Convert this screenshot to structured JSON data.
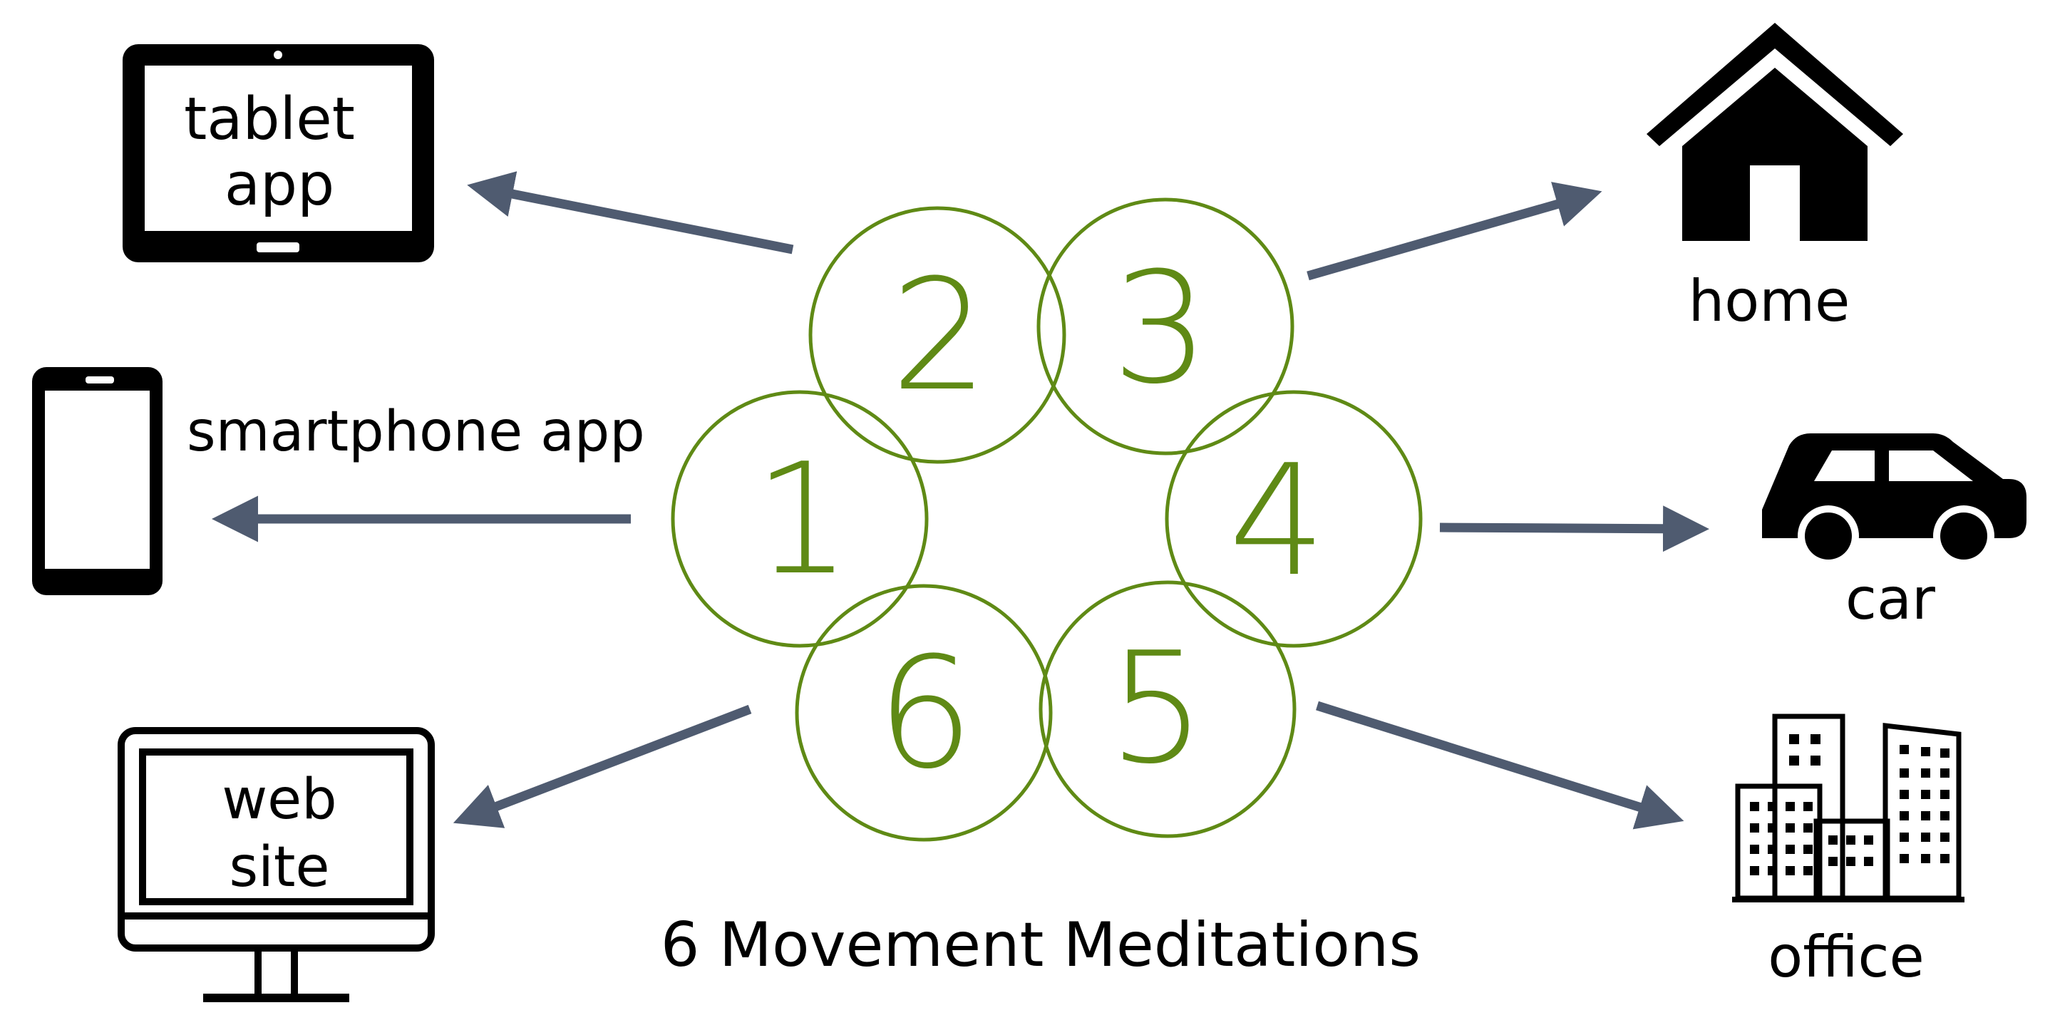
{
  "colors": {
    "arrow": "#4f5b70",
    "circle": "#5f8a15",
    "circle_text": "#5f8a15",
    "icon": "#000000",
    "background": "#ffffff"
  },
  "center": {
    "title": "6 Movement Meditations",
    "circles": [
      {
        "label": "1"
      },
      {
        "label": "2"
      },
      {
        "label": "3"
      },
      {
        "label": "4"
      },
      {
        "label": "5"
      },
      {
        "label": "6"
      }
    ]
  },
  "channels": {
    "tablet": {
      "line1": "tablet",
      "line2": "app",
      "icon": "tablet-icon"
    },
    "smartphone": {
      "label": "smartphone app",
      "icon": "smartphone-icon"
    },
    "website": {
      "line1": "web",
      "line2": "site",
      "icon": "monitor-icon"
    }
  },
  "places": {
    "home": {
      "label": "home",
      "icon": "house-icon"
    },
    "car": {
      "label": "car",
      "icon": "car-icon"
    },
    "office": {
      "label": "office",
      "icon": "office-buildings-icon"
    }
  }
}
